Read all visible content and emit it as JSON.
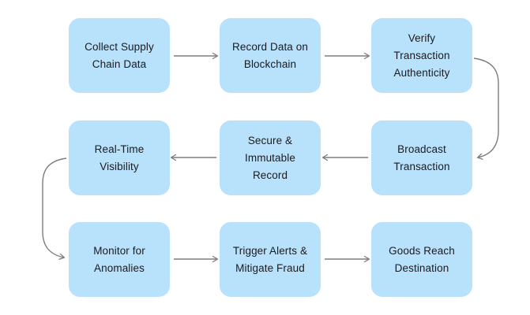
{
  "diagram": {
    "type": "flowchart",
    "nodes": [
      {
        "id": "collect-supply-chain-data",
        "label": "Collect Supply\nChain Data",
        "row": 1,
        "col": 1
      },
      {
        "id": "record-data-on-blockchain",
        "label": "Record Data on\nBlockchain",
        "row": 1,
        "col": 2
      },
      {
        "id": "verify-transaction-authenticity",
        "label": "Verify\nTransaction\nAuthenticity",
        "row": 1,
        "col": 3
      },
      {
        "id": "broadcast-transaction",
        "label": "Broadcast\nTransaction",
        "row": 2,
        "col": 3
      },
      {
        "id": "secure-immutable-record",
        "label": "Secure &\nImmutable\nRecord",
        "row": 2,
        "col": 2
      },
      {
        "id": "real-time-visibility",
        "label": "Real-Time\nVisibility",
        "row": 2,
        "col": 1
      },
      {
        "id": "monitor-for-anomalies",
        "label": "Monitor for\nAnomalies",
        "row": 3,
        "col": 1
      },
      {
        "id": "trigger-alerts-mitigate-fraud",
        "label": "Trigger Alerts &\nMitigate Fraud",
        "row": 3,
        "col": 2
      },
      {
        "id": "goods-reach-destination",
        "label": "Goods Reach\nDestination",
        "row": 3,
        "col": 3
      }
    ],
    "edges": [
      {
        "from": "collect-supply-chain-data",
        "to": "record-data-on-blockchain"
      },
      {
        "from": "record-data-on-blockchain",
        "to": "verify-transaction-authenticity"
      },
      {
        "from": "verify-transaction-authenticity",
        "to": "broadcast-transaction"
      },
      {
        "from": "broadcast-transaction",
        "to": "secure-immutable-record"
      },
      {
        "from": "secure-immutable-record",
        "to": "real-time-visibility"
      },
      {
        "from": "real-time-visibility",
        "to": "monitor-for-anomalies"
      },
      {
        "from": "monitor-for-anomalies",
        "to": "trigger-alerts-mitigate-fraud"
      },
      {
        "from": "trigger-alerts-mitigate-fraud",
        "to": "goods-reach-destination"
      }
    ],
    "colors": {
      "node_fill": "#B8E1FB",
      "node_text": "#1B1B1F",
      "arrow": "#7D7D7D",
      "background": "#FFFFFF"
    }
  }
}
